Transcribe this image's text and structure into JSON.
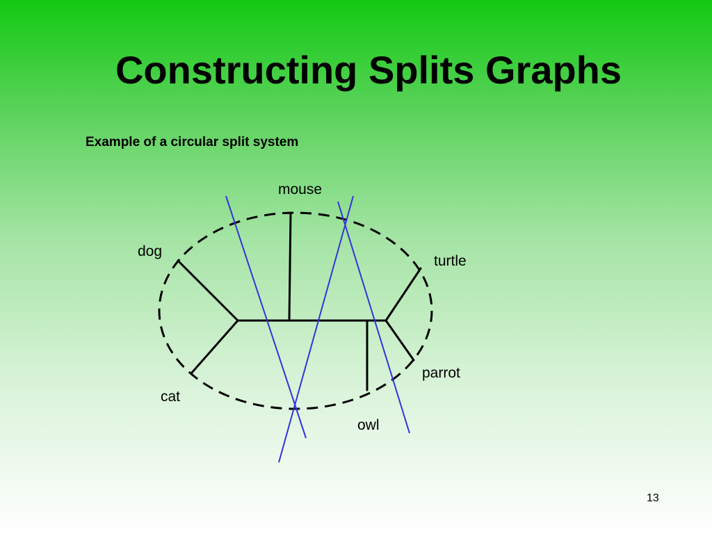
{
  "slide": {
    "title": "Constructing Splits Graphs",
    "subtitle": "Example of a circular split system",
    "page_number": "13"
  },
  "diagram": {
    "taxa": {
      "mouse": "mouse",
      "turtle": "turtle",
      "parrot": "parrot",
      "owl": "owl",
      "cat": "cat",
      "dog": "dog"
    },
    "colors": {
      "tree_edges": "#000000",
      "circle": "#000000",
      "split_lines": "#3333dd"
    }
  }
}
